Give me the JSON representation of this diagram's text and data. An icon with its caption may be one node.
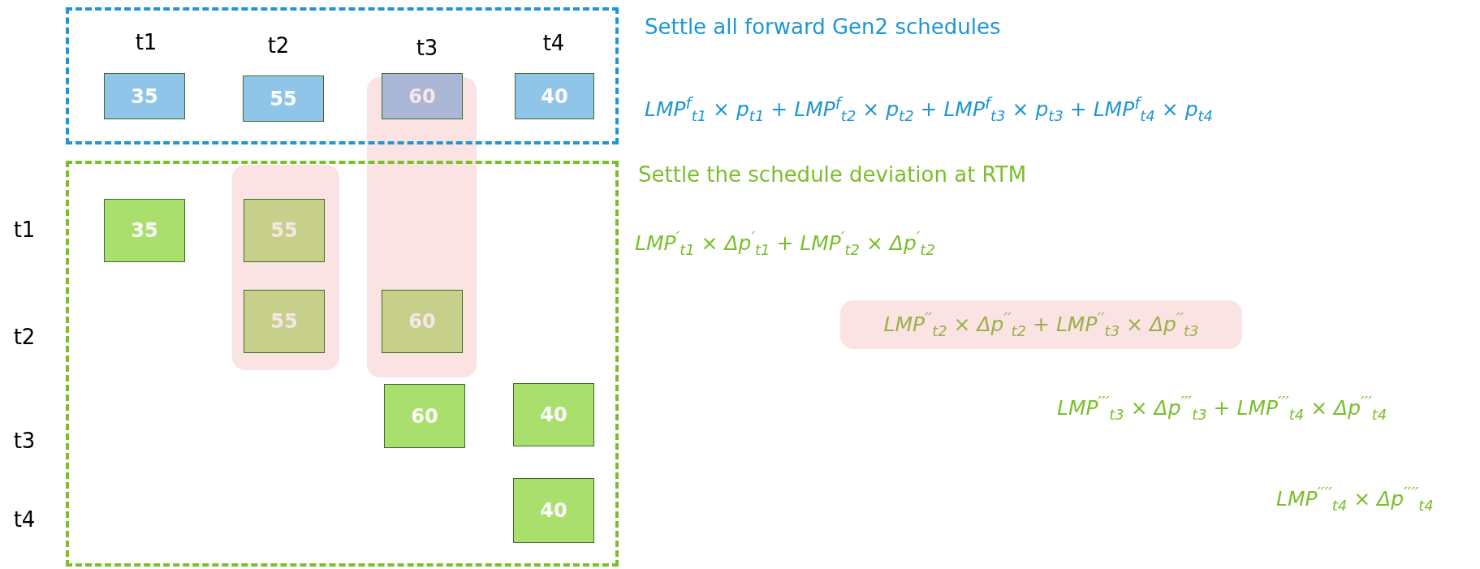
{
  "diagram": {
    "nodes": [
      {
        "text": [],
        "shape": "box",
        "beside": [
          "Settle all forward Gen2 schedules"
        ]
      },
      {
        "text": [
          "35"
        ],
        "in": 0
      },
      {
        "text": [
          "55"
        ],
        "in": 0
      },
      {
        "text": [
          "60"
        ],
        "in": 0
      },
      {
        "text": [
          "40"
        ],
        "in": 0
      },
      {
        "text": [],
        "shape": "box",
        "beside": [
          "Settle the schedule deviation at RTM"
        ]
      },
      {
        "text": [
          "35"
        ],
        "in": 5
      },
      {
        "text": [
          "55"
        ],
        "in": 5
      },
      {
        "text": [
          "55"
        ],
        "in": 5
      },
      {
        "text": [
          "60"
        ],
        "in": 5
      },
      {
        "text": [
          "60"
        ],
        "in": 5
      },
      {
        "text": [
          "40"
        ],
        "in": 5
      },
      {
        "text": [
          "40"
        ],
        "in": 5
      },
      {
        "text": [
          "LMP$^{′′}$$_{t2}$ × Δp$^{′′}$$_{t2}$ + LMP$^{′′}$$_{t3}$ × Δp$^{′′}$$_{t3}$"
        ]
      }
    ],
    "edges": [],
    "labels": [
      "t1",
      "t2",
      "t3",
      "t4",
      "LMP$^{f}$$_{t1}$ × p$_{t1}$  +  LMP$^{f}$$_{t2}$ × p$_{t2}$  +  LMP$^{f}$$_{t3}$ × p$_{t3}$  +  LMP$^{f}$$_{t4}$ × p$_{t4}$",
      "LMP$^{′}$$_{t1}$ × Δp$^{′}$$_{t1}$ + LMP$^{′}$$_{t2}$ × Δp$^{′}$$_{t2}$",
      "t1",
      "t2",
      "LMP$^{′′′}$$_{t3}$ × Δp$^{′′′}$$_{t3}$ + LMP$^{′′′}$$_{t4}$ × Δp$^{′′′}$$_{t4}$",
      "t3",
      "t4",
      "LMP$^{′′′′}$$_{t4}$ × Δp$^{′′′′}$$_{t4}$"
    ]
  }
}
